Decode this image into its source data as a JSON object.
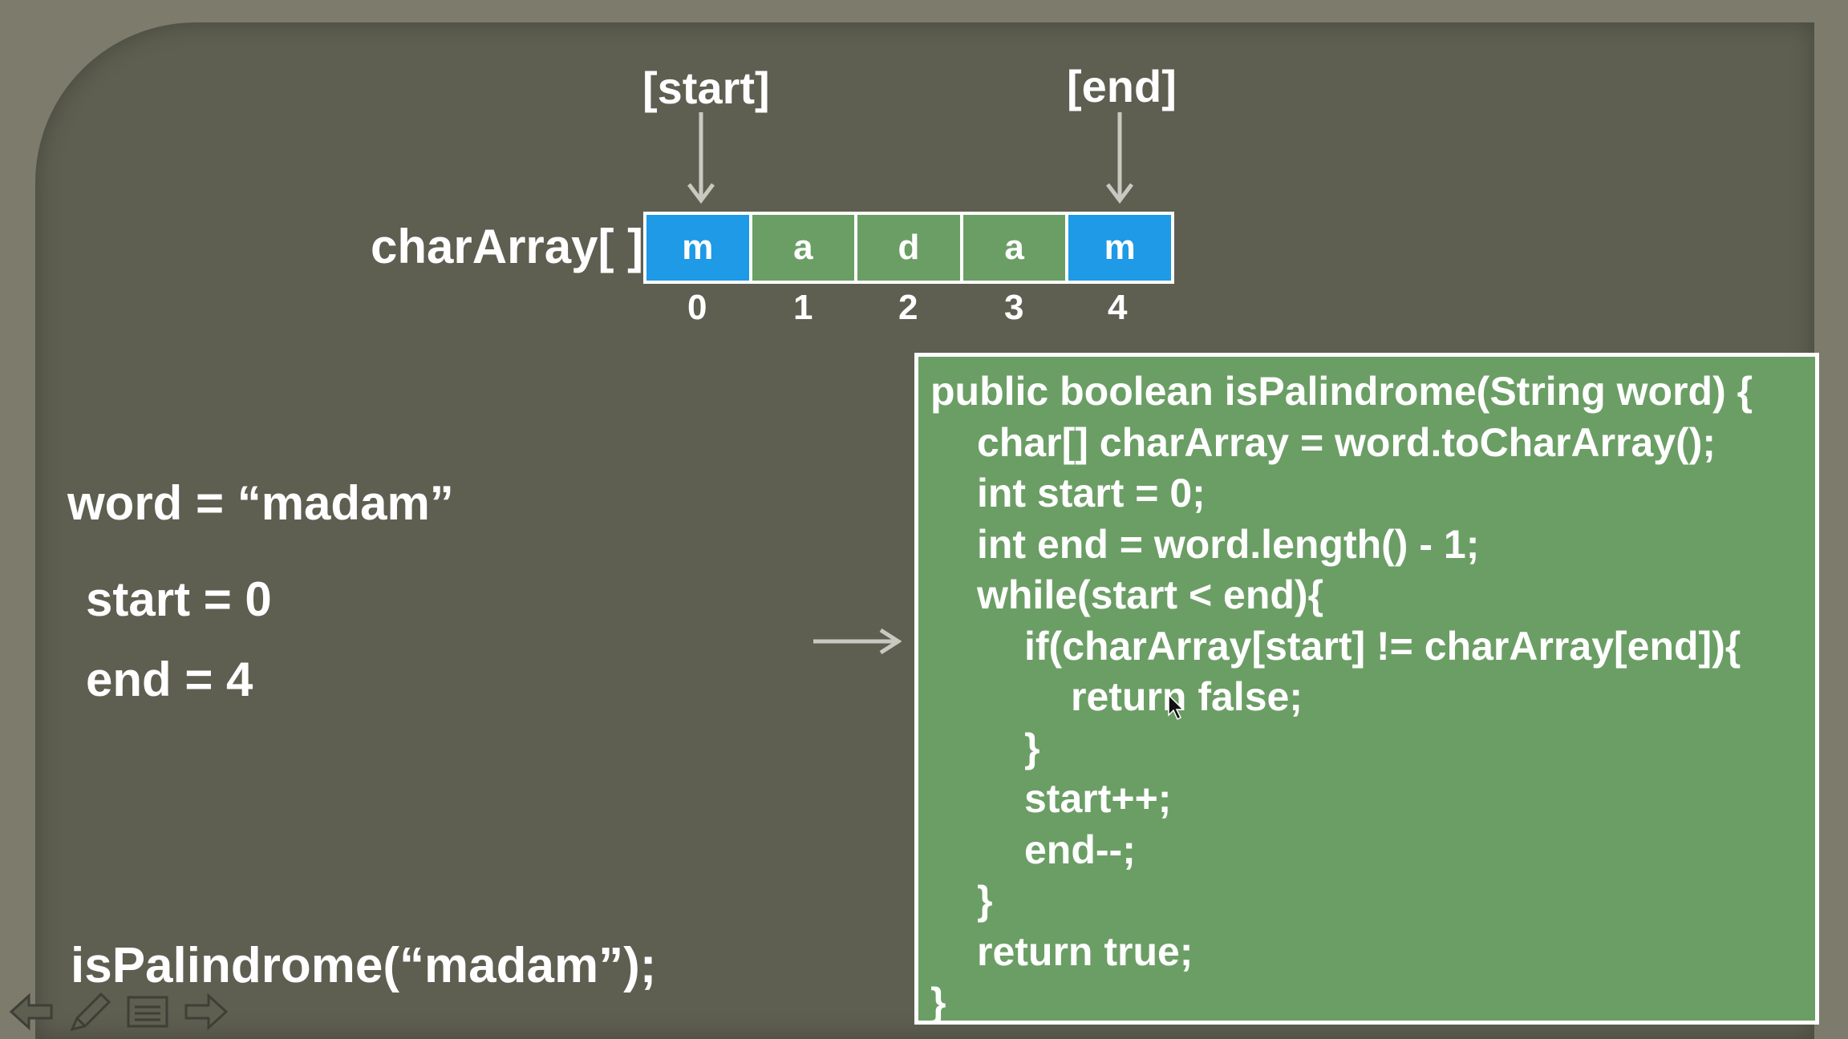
{
  "slide": {
    "start_pointer_label": "[start]",
    "end_pointer_label": "[end]",
    "array_label": "charArray[ ]",
    "array_cells": [
      {
        "char": "m",
        "index": "0",
        "highlighted": true
      },
      {
        "char": "a",
        "index": "1",
        "highlighted": false
      },
      {
        "char": "d",
        "index": "2",
        "highlighted": false
      },
      {
        "char": "a",
        "index": "3",
        "highlighted": false
      },
      {
        "char": "m",
        "index": "4",
        "highlighted": true
      }
    ],
    "variables": {
      "word": "word = “madam”",
      "start": "start = 0",
      "end": "end = 4"
    },
    "call": "isPalindrome(“madam”);",
    "code_lines": [
      "public boolean isPalindrome(String word) {",
      "char[] charArray = word.toCharArray();",
      "int start = 0;",
      "int end = word.length() - 1;",
      "while(start < end){",
      "if(charArray[start] != charArray[end]){",
      "return false;",
      "}",
      "start++;",
      "end--;",
      "}",
      "return true;",
      "}"
    ],
    "current_line_indicator": "arrow-right-icon",
    "colors": {
      "background": "#7c7b6c",
      "slide": "#5e5f51",
      "cell_default": "#6b9e65",
      "cell_highlight": "#1e9ae6",
      "code_box": "#6b9e65",
      "text": "#ffffff"
    }
  },
  "player_controls": {
    "previous_icon": "arrow-left-icon",
    "pen_icon": "pen-icon",
    "menu_icon": "slide-menu-icon",
    "next_icon": "arrow-right-icon"
  }
}
